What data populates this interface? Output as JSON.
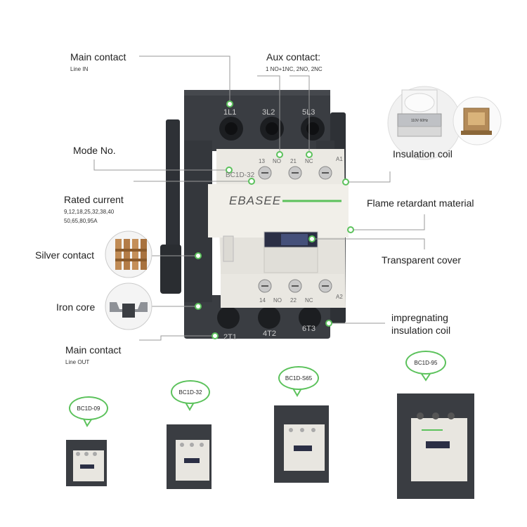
{
  "labels": {
    "main_contact_in": "Main contact",
    "line_in": "Line IN",
    "aux_contact": "Aux contact:",
    "aux_options": "1 NO+1NC, 2NO, 2NC",
    "mode_no": "Mode No.",
    "rated_current": "Rated current",
    "rated_values_1": "9,12,18,25,32,38,40",
    "rated_values_2": "50,65,80,95A",
    "silver_contact": "Silver contact",
    "iron_core": "Iron core",
    "main_contact_out": "Main contact",
    "line_out": "Line OUT",
    "insulation_coil": "Insulation coil",
    "flame_retardant": "Flame retardant material",
    "transparent_cover": "Transparent cover",
    "impregnating_1": "impregnating",
    "impregnating_2": "insulation coil"
  },
  "device": {
    "brand": "EBASEE",
    "model": "BC1D-32",
    "terminals_top": [
      "1L1",
      "3L2",
      "5L3"
    ],
    "terminals_bottom": [
      "2T1",
      "4T2",
      "6T3"
    ],
    "aux_top": [
      "13",
      "NO",
      "21",
      "NC",
      "A1"
    ],
    "aux_bottom": [
      "14",
      "NO",
      "22",
      "NC",
      "A2"
    ],
    "coil_text": "110V 60Hz"
  },
  "variants": [
    {
      "model": "BC1D-09"
    },
    {
      "model": "BC1D-32"
    },
    {
      "model": "BC1D-S65"
    },
    {
      "model": "BC1D-95"
    }
  ],
  "colors": {
    "accent_green": "#5cc25c",
    "housing_dark": "#3a3d42",
    "housing_light": "#e8e6e0"
  }
}
